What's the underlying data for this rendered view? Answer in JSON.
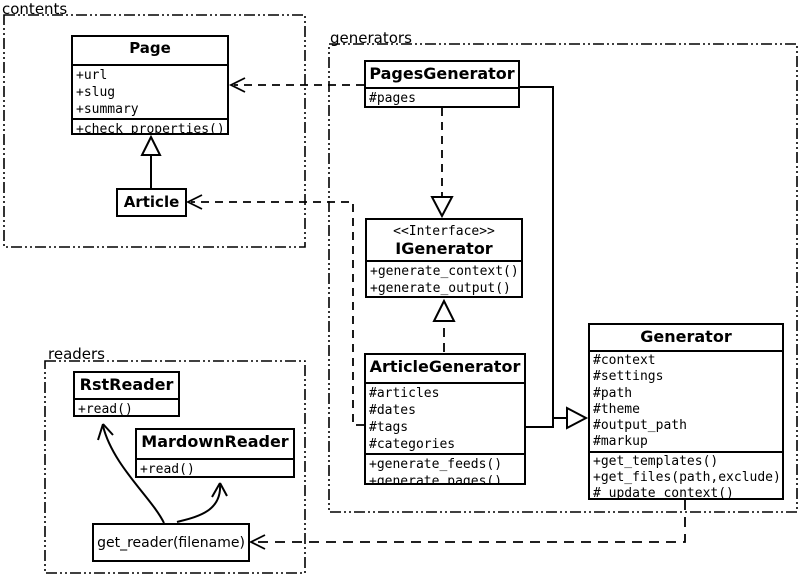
{
  "packages": {
    "contents": {
      "label": "contents"
    },
    "generators": {
      "label": "generators"
    },
    "readers": {
      "label": "readers"
    }
  },
  "classes": {
    "page": {
      "name": "Page",
      "attributes": [
        "+url",
        "+slug",
        "+summary"
      ],
      "methods": [
        "+check_properties()"
      ]
    },
    "article": {
      "name": "Article"
    },
    "pages_generator": {
      "name": "PagesGenerator",
      "attributes": [
        "#pages"
      ]
    },
    "igenerator": {
      "stereotype": "<<Interface>>",
      "name": "IGenerator",
      "methods": [
        "+generate_context()",
        "+generate_output()"
      ]
    },
    "article_generator": {
      "name": "ArticleGenerator",
      "attributes": [
        "#articles",
        "#dates",
        "#tags",
        "#categories"
      ],
      "methods": [
        "+generate_feeds()",
        "+generate_pages()"
      ]
    },
    "generator": {
      "name": "Generator",
      "attributes": [
        "#context",
        "#settings",
        "#path",
        "#theme",
        "#output_path",
        "#markup"
      ],
      "methods": [
        "+get_templates()",
        "+get_files(path,exclude)",
        "#_update_context()"
      ]
    },
    "rst_reader": {
      "name": "RstReader",
      "methods": [
        "+read()"
      ]
    },
    "mardown_reader": {
      "name": "MardownReader",
      "methods": [
        "+read()"
      ]
    }
  },
  "nodes": {
    "get_reader": {
      "label": "get_reader(filename)"
    }
  },
  "relations": {
    "article_extends_page": "inheritance",
    "pagesgenerator_uses_page": "dependency",
    "articlegenerator_uses_article": "dependency",
    "pagesgenerator_implements_igenerator": "realization",
    "articlegenerator_implements_igenerator": "realization",
    "generators_extend_generator": "inheritance",
    "generator_uses_get_reader": "dependency",
    "get_reader_to_rstreader": "flow",
    "get_reader_to_mardownreader": "flow"
  },
  "colors": {
    "line": "#000000",
    "background": "#ffffff"
  }
}
